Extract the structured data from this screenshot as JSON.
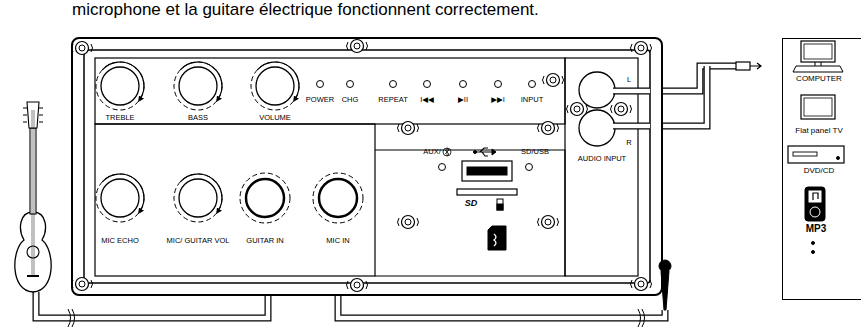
{
  "diagram": {
    "nodes": [
      {
        "text": [
          "COMPUTER",
          "Flat panel TV",
          "DVD/CD",
          "MP3"
        ]
      }
    ],
    "labels": [
      "microphone et la guitare électrique fonctionnent correctement.",
      "TREBLE",
      "BASS",
      "VOLUME",
      "POWER",
      "CHG",
      "REPEAT",
      "I◀◀",
      "▶II",
      "▶▶I",
      "INPUT",
      "AUX/",
      "SD/USB",
      "SD",
      "MIC ECHO",
      "MIC/ GUITAR VOL",
      "GUITAR IN",
      "MIC IN",
      "L",
      "R",
      "AUDIO INPUT"
    ]
  }
}
